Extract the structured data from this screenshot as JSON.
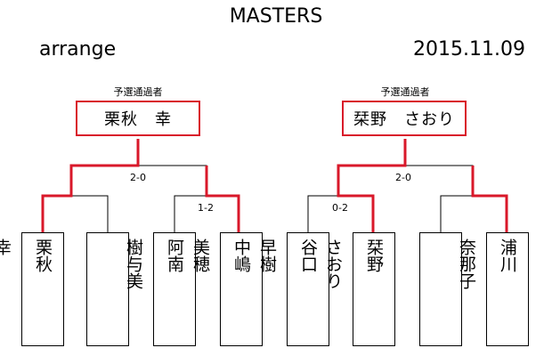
{
  "header": {
    "title": "MASTERS",
    "left_label": "arrange",
    "date": "2015.11.09"
  },
  "colors": {
    "winner_line": "#d9182a",
    "line": "#000000"
  },
  "left_block": {
    "qualifier_label": "予選通過者",
    "winner": "栗秋　幸",
    "final_score": "2-0",
    "semi_score": "1-2",
    "players": [
      "栗秋\n幸",
      "",
      "阿南\n樹与美",
      "中嶋\n美穂"
    ]
  },
  "right_block": {
    "qualifier_label": "予選通過者",
    "winner": "栞野　さおり",
    "final_score": "2-0",
    "semi_score": "0-2",
    "players": [
      "谷口\n早樹",
      "栞野\nさおり",
      "",
      "浦川\n奈那子"
    ]
  }
}
